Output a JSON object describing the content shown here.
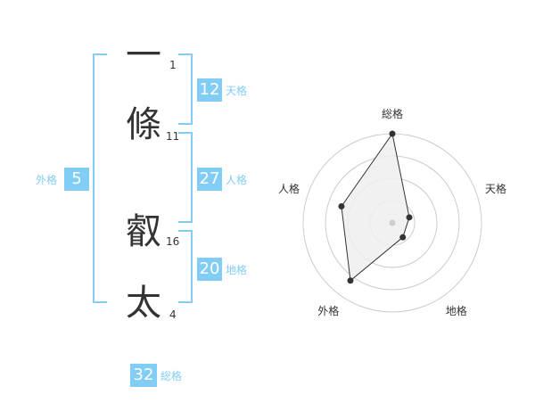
{
  "name": [
    {
      "char": "一",
      "strokes": "1"
    },
    {
      "char": "條",
      "strokes": "11"
    },
    {
      "char": "叡",
      "strokes": "16"
    },
    {
      "char": "太",
      "strokes": "4"
    }
  ],
  "kaku": {
    "tenkaku": {
      "value": "12",
      "label": "天格"
    },
    "jinkaku": {
      "value": "27",
      "label": "人格"
    },
    "chikaku": {
      "value": "20",
      "label": "地格"
    },
    "gaikaku": {
      "value": "5",
      "label": "外格"
    },
    "soukaku": {
      "value": "32",
      "label": "総格"
    }
  },
  "colors": {
    "accent": "#82cdf5",
    "text": "#333333",
    "ring": "#cccccc",
    "fill": "#eeeeee"
  },
  "chart_data": {
    "type": "radar",
    "axes": [
      "総格",
      "天格",
      "地格",
      "外格",
      "人格"
    ],
    "values": [
      5,
      1,
      1,
      4,
      3
    ],
    "rmax": 5,
    "rings": 4
  }
}
